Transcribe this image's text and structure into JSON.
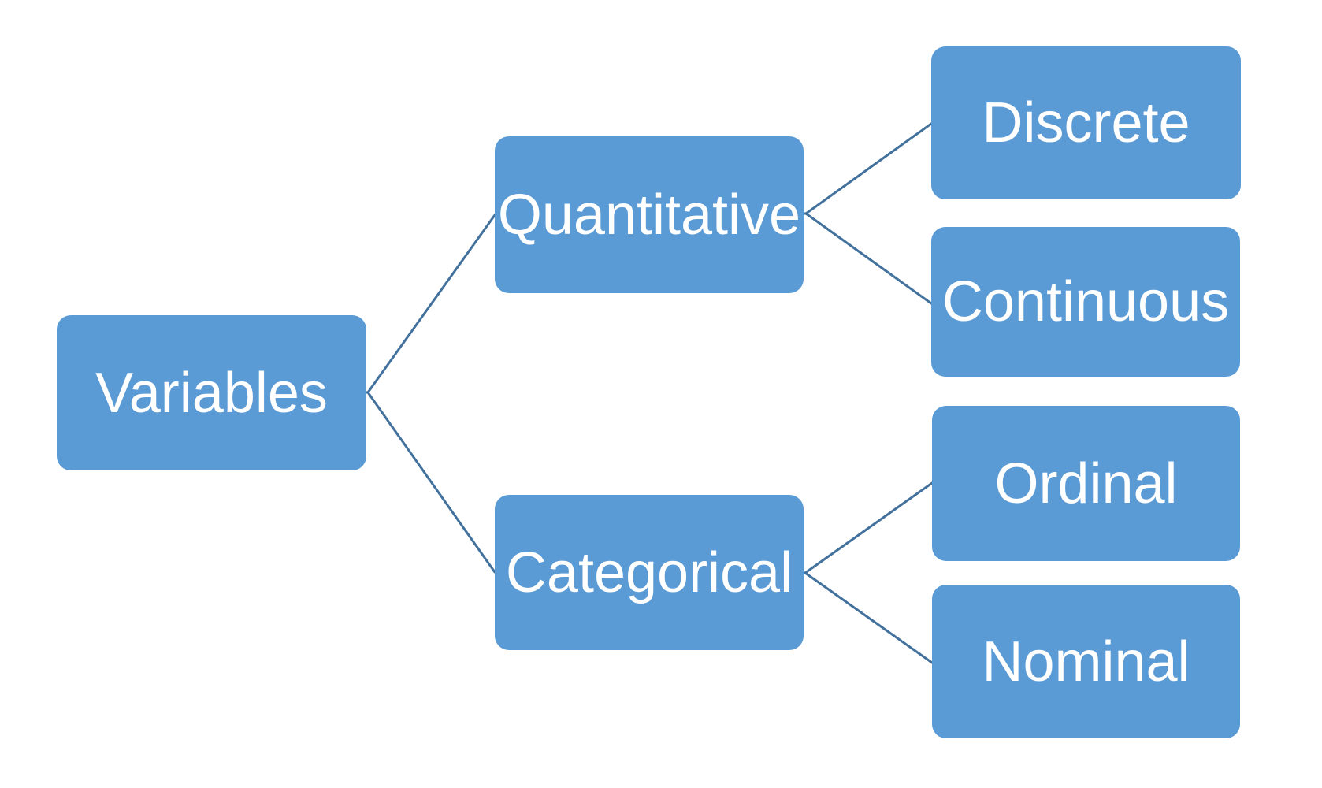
{
  "diagram": {
    "title": "Variables classification tree",
    "type": "tree",
    "background_color": "#FFFFFF",
    "node_fill_color": "#5B9BD5",
    "node_text_color": "#FFFFFF",
    "connector_color": "#41719C",
    "connector_width": 3,
    "nodes": [
      {
        "id": "variables",
        "label": "Variables",
        "level": 0
      },
      {
        "id": "quantitative",
        "label": "Quantitative",
        "level": 1
      },
      {
        "id": "categorical",
        "label": "Categorical",
        "level": 1
      },
      {
        "id": "discrete",
        "label": "Discrete",
        "level": 2
      },
      {
        "id": "continuous",
        "label": "Continuous",
        "level": 2
      },
      {
        "id": "ordinal",
        "label": "Ordinal",
        "level": 2
      },
      {
        "id": "nominal",
        "label": "Nominal",
        "level": 2
      }
    ],
    "edges": [
      {
        "from": "variables",
        "to": "quantitative"
      },
      {
        "from": "variables",
        "to": "categorical"
      },
      {
        "from": "quantitative",
        "to": "discrete"
      },
      {
        "from": "quantitative",
        "to": "continuous"
      },
      {
        "from": "categorical",
        "to": "ordinal"
      },
      {
        "from": "categorical",
        "to": "nominal"
      }
    ]
  }
}
